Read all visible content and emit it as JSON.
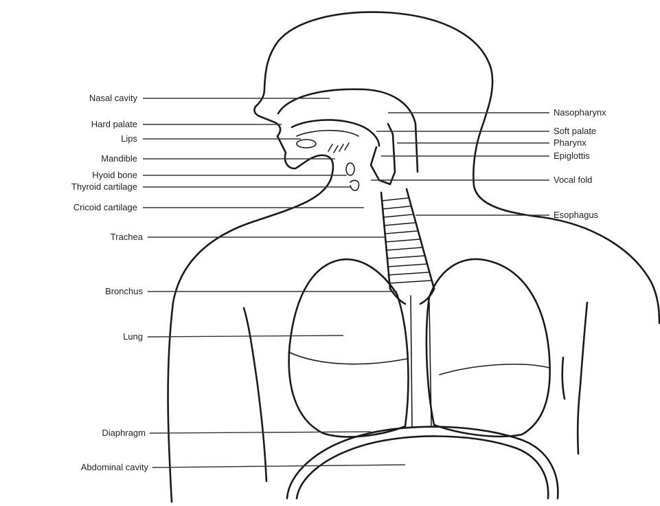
{
  "figure": {
    "labels_left": [
      "Nasal cavity",
      "Hard palate",
      "Lips",
      "Mandible",
      "Hyoid bone",
      "Thyroid cartilage",
      "Cricoid cartilage",
      "Trachea",
      "Bronchus",
      "Lung",
      "Diaphragm",
      "Abdominal cavity"
    ],
    "labels_right": [
      "Nasopharynx",
      "Soft palate",
      "Pharynx",
      "Epiglottis",
      "Vocal fold",
      "Esophagus"
    ]
  }
}
